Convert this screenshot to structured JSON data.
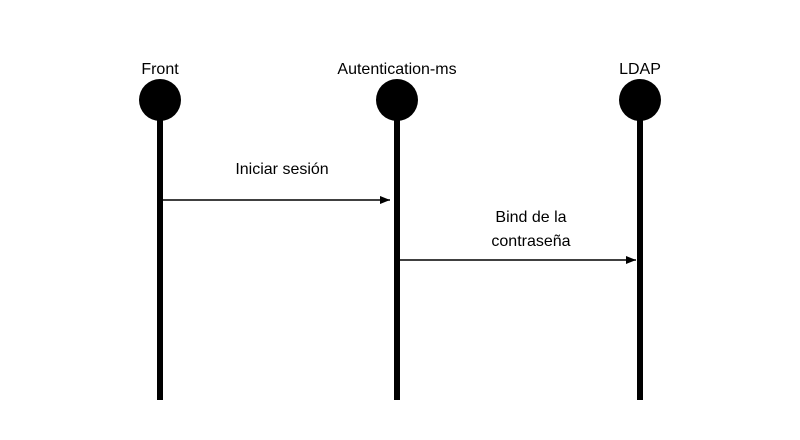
{
  "diagram": {
    "type": "sequence",
    "colors": {
      "line": "#000000",
      "background": "#ffffff"
    },
    "participants": [
      {
        "name": "Front"
      },
      {
        "name": "Autentication-ms"
      },
      {
        "name": "LDAP"
      }
    ],
    "messages": [
      {
        "from": 0,
        "to": 1,
        "label_lines": [
          "Iniciar sesión"
        ]
      },
      {
        "from": 1,
        "to": 2,
        "label_lines": [
          "Bind de la",
          "contraseña"
        ]
      }
    ]
  }
}
